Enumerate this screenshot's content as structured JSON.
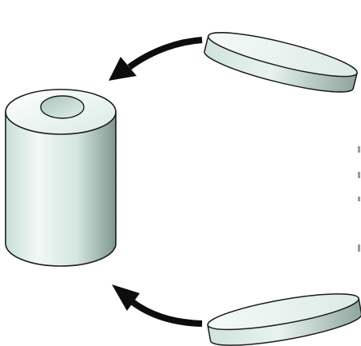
{
  "diagram": {
    "parts": [
      {
        "id": "tube",
        "shape": "hollow-cylinder"
      },
      {
        "id": "disc-top",
        "shape": "disc"
      },
      {
        "id": "disc-bottom",
        "shape": "disc"
      }
    ],
    "arrows": [
      {
        "from": "disc-top",
        "to": "tube"
      },
      {
        "from": "disc-bottom",
        "to": "tube"
      }
    ],
    "colors": {
      "fill_light": "#e6f2ee",
      "fill_mid": "#c8e0d8",
      "fill_dark": "#8fa79f",
      "outline": "#1a1a1a",
      "arrow": "#0d0d0d"
    }
  }
}
